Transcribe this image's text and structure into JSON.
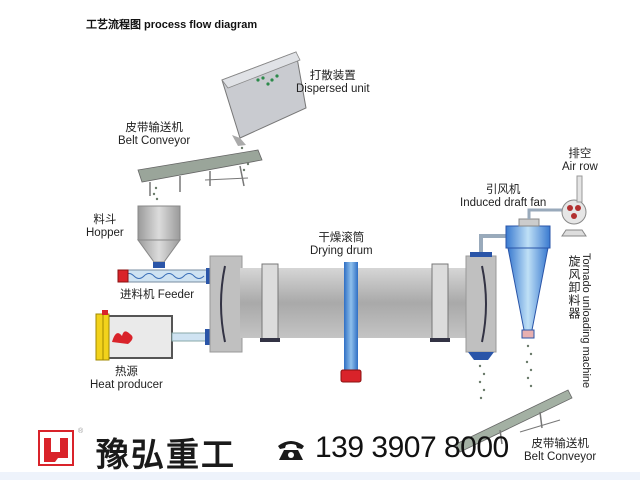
{
  "title": "工艺流程图 process flow diagram",
  "components": {
    "dispersed_unit": {
      "cn": "打散装置",
      "en": "Dispersed unit"
    },
    "belt_conveyor_top": {
      "cn": "皮带输送机",
      "en": "Belt Conveyor"
    },
    "hopper": {
      "cn": "料斗",
      "en": "Hopper"
    },
    "feeder": {
      "label": "进料机 Feeder"
    },
    "heat_producer": {
      "cn": "热源",
      "en": "Heat producer"
    },
    "drying_drum": {
      "cn": "干燥滚筒",
      "en": "Drying drum"
    },
    "air_row": {
      "cn": "排空",
      "en": "Air row"
    },
    "induced_draft_fan": {
      "cn": "引风机",
      "en": "Induced draft fan"
    },
    "cyclone": {
      "cn": "旋风卸料器",
      "en": "Tornado unloading machine"
    },
    "belt_conveyor_bottom": {
      "cn": "皮带输送机",
      "en": "Belt Conveyor"
    }
  },
  "footer": {
    "brand": "豫弘重工",
    "phone": "139 3907 8000",
    "phone_icon": "telephone-icon",
    "logo_icon": "brand-logo-icon"
  },
  "colors": {
    "drum_gray": "#b9b9b9",
    "accent_blue": "#2f6fc4",
    "accent_red": "#d9232a",
    "heater_yellow": "#f2d21b",
    "footer_bg": "#eef3fb"
  }
}
